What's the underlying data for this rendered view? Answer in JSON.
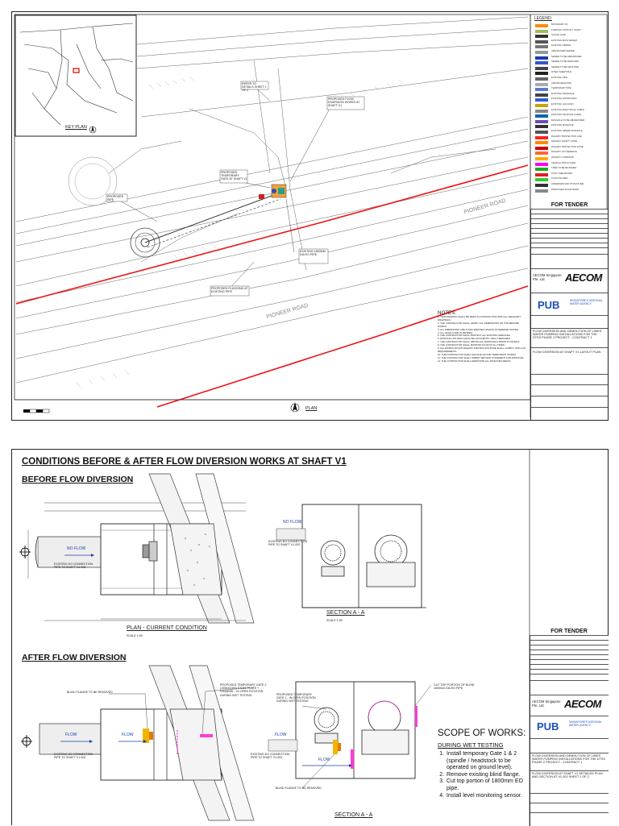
{
  "sheet1": {
    "legend_title": "LEGEND:",
    "legend_items": [
      {
        "text": "BOUNDARY OF",
        "color": "#ff8a00"
      },
      {
        "text": "PUMPING STATION / PLANT",
        "color": "#9bbf5a"
      },
      {
        "text": "SLUICE GATE",
        "color": "#333333"
      },
      {
        "text": "EXISTING MAIN SEWER",
        "color": "#555555"
      },
      {
        "text": "EXISTING SEWER",
        "color": "#777777"
      },
      {
        "text": "ABANDONED SEWER",
        "color": "#999999"
      },
      {
        "text": "SEWER TO BE ABANDONED",
        "color": "#1a3fa8"
      },
      {
        "text": "SEWER TO BE REMOVED",
        "color": "#3355cc"
      },
      {
        "text": "SEWER TO BE GROUTED",
        "color": "#444444"
      },
      {
        "text": "STEEL SHEETPILE",
        "color": "#222222"
      },
      {
        "text": "EXISTING PIPE",
        "color": "#666666"
      },
      {
        "text": "ABANDONED PIPE",
        "color": "#aaaaaa"
      },
      {
        "text": "TEMPORARY PIPE",
        "color": "#5a7ad8"
      },
      {
        "text": "EXISTING DRAINAGE",
        "color": "#444444"
      },
      {
        "text": "EXISTING WATER MAIN",
        "color": "#2d5ed0"
      },
      {
        "text": "EXISTING GAS MAIN",
        "color": "#c9a400"
      },
      {
        "text": "EXISTING ELECTRICAL CABLE",
        "color": "#888888"
      },
      {
        "text": "EXISTING TELECOM CABLE",
        "color": "#0066aa"
      },
      {
        "text": "MANHOLE TO BE ABANDONED",
        "color": "#6b4fb0"
      },
      {
        "text": "EXISTING MANHOLE",
        "color": "#333333"
      },
      {
        "text": "EXISTING SEWER MANHOLE",
        "color": "#555555"
      },
      {
        "text": "RAILWAY PROTECTION LINE",
        "color": "#ff2020"
      },
      {
        "text": "RAILWAY SAFETY ZONE",
        "color": "#ff8800"
      },
      {
        "text": "RAILWAY PROTECTION ZONE",
        "color": "#cc0000"
      },
      {
        "text": "RAILWAY 1ST RESERVE",
        "color": "#ff6633"
      },
      {
        "text": "RAILWAY CORRIDOR",
        "color": "#ffaa00"
      },
      {
        "text": "VEHICLE STRUCTURE",
        "color": "#ff00ff"
      },
      {
        "text": "TREE TO BE RETAINED",
        "color": "#22aa22"
      },
      {
        "text": "PLAN TREE BOARD",
        "color": "#dd2222"
      },
      {
        "text": "PLANTING BED",
        "color": "#33cc33"
      },
      {
        "text": "UNDERGROUND STRUCTURE",
        "color": "#333333"
      },
      {
        "text": "PROPOSED ROAD DRAIN",
        "color": "#888888"
      }
    ],
    "for_tender": "FOR TENDER",
    "aecom_name": "AECOM Singapore Pte. Ltd.",
    "aecom_logo": "AECOM",
    "pub_logo": "PUB",
    "pub_tagline": "SINGAPORE'S NATIONAL WATER AGENCY",
    "project_title": "FLOW DIVERSION AND DEMOLITION OF LIMES WATER PUMPING INSTALLATIONS FOR THE DTSS PHASE 2 PROJECT - CONTRACT 1",
    "drawing_title": "FLOW DIVERSION AT SHAFT V1 LAYOUT PLAN",
    "notes_title": "NOTES:",
    "notes_lines": [
      "1. THIS DRAWING SHALL BE READ IN CONJUNCTION WITH ALL RELEVANT DRAWINGS.",
      "2. THE CONTRACTOR SHALL VERIFY ALL DIMENSIONS ON SITE BEFORE WORKS.",
      "3. ALL DIMENSIONS ARE IN MILLIMETRES UNLESS OTHERWISE STATED.",
      "4. ALL LEVELS ARE IN METRES.",
      "5. THE CONTRACTOR SHALL PROTECT ALL EXISTING SERVICES.",
      "6. EXISTING UTILITIES SHALL BE LOCATED BY TRIAL TRENCHES.",
      "7. THE CONTRACTOR SHALL OBTAIN ALL APPROVALS PRIOR TO WORKS.",
      "8. THE CONTRACTOR SHALL MAINTAIN FLOW AT ALL TIMES.",
      "9. ALL WORKS WITHIN RAILWAY PROTECTION ZONE SHALL COMPLY WITH LTA REQUIREMENTS.",
      "10. THE CONTRACTOR SHALL ENGAGE QP FOR TEMPORARY WORKS.",
      "11. THE CONTRACTOR SHALL SUBMIT METHOD STATEMENT FOR APPROVAL.",
      "12. THE CONTRACTOR SHALL REINSTATE ALL AFFECTED AREAS."
    ],
    "key_plan_label": "KEY PLAN",
    "plan_label": "PLAN",
    "road_name_1": "PIONEER ROAD",
    "road_name_2": "PIONEER ROAD",
    "callouts": [
      "REFER TO DETAILS SHEET 1 OF 2",
      "PROPOSED FLOW DIVERSION WORKS AT SHAFT V1",
      "PROPOSED TEMPORARY GATE AT SHAFT V1",
      "PROPOSED PIPE",
      "EXISTING 1800MM DIA EO PIPE",
      "PROPOSED PLUGGING AT EXISTING PIPE"
    ]
  },
  "sheet2": {
    "main_title": "CONDITIONS BEFORE & AFTER FLOW DIVERSION WORKS AT SHAFT V1",
    "before_title": "BEFORE FLOW DIVERSION",
    "after_title": "AFTER FLOW DIVERSION",
    "plan_current_label": "PLAN - CURRENT CONDITION",
    "plan_current_scale": "SCALE 1:50",
    "section_aa_label": "SECTION A - A",
    "section_aa_scale": "SCALE 1:50",
    "section_aa_label_2": "SECTION A - A",
    "no_flow": "NO FLOW",
    "flow": "FLOW",
    "exist_eo": "EXISTING EO CONNECTION PIPE TO SHAFT V1-002",
    "blind_flange_removed": "BLIND FLANGE TO BE REMOVED",
    "proposed_gate": "PROPOSED TEMPORARY GATE 1 - IN OPEN POSITION DURING WET TESTING",
    "cut_top": "CUT TOP PORTION OF BLIND 1800mm DIA EO PIPE",
    "proposed_gate_2": "PROPOSED TEMPORARY GATE 2 (1000X1000) STEEL PLATE + CHANNEL - IN OPEN POSITION DURING WET TESTING",
    "for_tender": "FOR TENDER",
    "aecom_name": "AECOM Singapore Pte. Ltd.",
    "aecom_logo": "AECOM",
    "pub_logo": "PUB",
    "pub_tagline": "SINGAPORE'S NATIONAL WATER AGENCY",
    "project_title": "FLOW DIVERSION AND DEMOLITION OF LIMES WATER PUMPING INSTALLATIONS FOR THE DTSS PHASE 2 PROJECT - CONTRACT 1",
    "drawing_title": "FLOW DIVERSION AT SHAFT V1 DETAILED PLAN AND SECTION AT V1-002 SHEET 1 OF 2",
    "scope_title": "SCOPE OF WORKS:",
    "scope_sub": "DURING WET TESTING",
    "scope_items": [
      "Install temporary Gate 1 & 2 (spindle / headstock to be operated on ground level).",
      "Remove existing blind flange.",
      "Cut top portion of 1800mm EO pipe.",
      "Install level monitoring sensor."
    ]
  }
}
